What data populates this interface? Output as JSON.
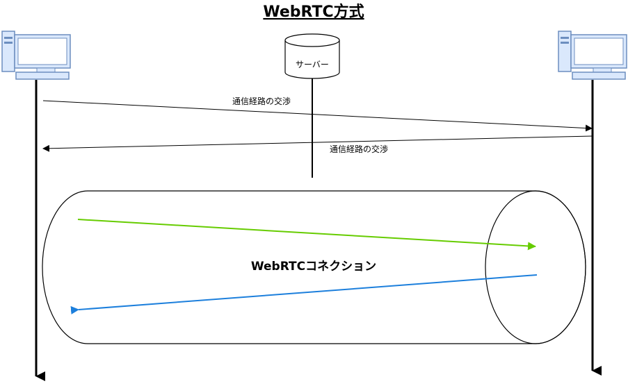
{
  "title": "WebRTC方式",
  "server": {
    "label": "サーバー",
    "icon": "server-cylinder-icon"
  },
  "clients": {
    "left_icon": "computer-icon",
    "right_icon": "computer-icon"
  },
  "negotiation": {
    "to_right_label": "通信経路の交渉",
    "to_left_label": "通信経路の交渉"
  },
  "connection": {
    "label": "WebRTCコネクション"
  },
  "colors": {
    "line": "#000000",
    "computer_fill": "#dae8fc",
    "computer_stroke": "#6c8ebf",
    "green_arrow": "#66cc00",
    "blue_arrow": "#1c7fdc"
  }
}
